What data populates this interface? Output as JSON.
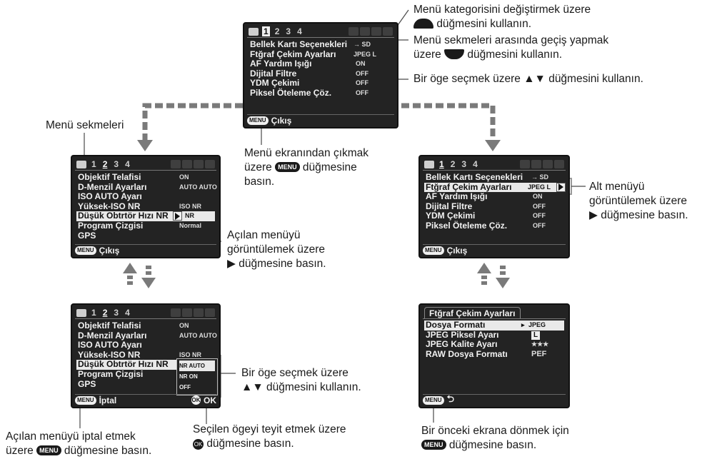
{
  "menu_tabs": {
    "numbers": [
      "1",
      "2",
      "3",
      "4"
    ]
  },
  "screen_main": {
    "items": [
      {
        "label": "Bellek Kartı Seçenekleri",
        "value": "→ SD"
      },
      {
        "label": "Ftğraf Çekim Ayarları",
        "value": "JPEG L"
      },
      {
        "label": "AF Yardım Işığı",
        "value": "ON"
      },
      {
        "label": "Dijital Filtre",
        "value": "OFF"
      },
      {
        "label": "YDM Çekimi",
        "value": "OFF"
      },
      {
        "label": "Piksel Öteleme Çöz.",
        "value": "OFF"
      }
    ],
    "footer": "Çıkış"
  },
  "screen_left_top": {
    "items": [
      {
        "label": "Objektif Telafisi",
        "value": "ON"
      },
      {
        "label": "D-Menzil Ayarları",
        "value": "AUTO AUTO"
      },
      {
        "label": "ISO AUTO Ayarı",
        "value": ""
      },
      {
        "label": "Yüksek-ISO NR",
        "value": "ISO NR"
      },
      {
        "label": "Düşük Obtrtör Hızı NR",
        "value": "NR"
      },
      {
        "label": "Program Çizgisi",
        "value": "Normal"
      },
      {
        "label": "GPS",
        "value": ""
      }
    ],
    "footer": "Çıkış"
  },
  "screen_left_bottom": {
    "items": [
      {
        "label": "Objektif Telafisi",
        "value": "ON"
      },
      {
        "label": "D-Menzil Ayarları",
        "value": "AUTO AUTO"
      },
      {
        "label": "ISO AUTO Ayarı",
        "value": ""
      },
      {
        "label": "Yüksek-ISO NR",
        "value": "ISO NR"
      },
      {
        "label": "Düşük Obtrtör Hızı NR",
        "value": ""
      },
      {
        "label": "Program Çizgisi",
        "value": ""
      },
      {
        "label": "GPS",
        "value": ""
      }
    ],
    "submenu": [
      "NR AUTO",
      "NR ON",
      "OFF"
    ],
    "footer_left": "İptal",
    "footer_right": "OK"
  },
  "screen_right_top": {
    "items": [
      {
        "label": "Bellek Kartı Seçenekleri",
        "value": "→ SD"
      },
      {
        "label": "Ftğraf Çekim Ayarları",
        "value": "JPEG L"
      },
      {
        "label": "AF Yardım Işığı",
        "value": "ON"
      },
      {
        "label": "Dijital Filtre",
        "value": "OFF"
      },
      {
        "label": "YDM Çekimi",
        "value": "OFF"
      },
      {
        "label": "Piksel Öteleme Çöz.",
        "value": "OFF"
      }
    ],
    "footer": "Çıkış"
  },
  "screen_right_bottom": {
    "title": "Ftğraf Çekim Ayarları",
    "items": [
      {
        "label": "Dosya Formatı",
        "value": "JPEG"
      },
      {
        "label": "JPEG Piksel Ayarı",
        "value": "L"
      },
      {
        "label": "JPEG Kalite Ayarı",
        "value": "★★★"
      },
      {
        "label": "RAW Dosya Formatı",
        "value": "PEF"
      }
    ]
  },
  "buttons": {
    "menu": "MENU",
    "ok": "OK"
  },
  "callouts": {
    "tabs_label": "Menü sekmeleri",
    "category_1": "Menü kategorisini değiştirmek üzere",
    "category_2": "düğmesini kullanın.",
    "tabs_switch_1": "Menü sekmeleri arasında geçiş yapmak",
    "tabs_switch_2a": "üzere",
    "tabs_switch_2b": "düğmesini kullanın.",
    "select_item": "Bir öge seçmek üzere ▲▼ düğmesini kullanın.",
    "exit_1": "Menü ekranından çıkmak",
    "exit_2a": "üzere",
    "exit_2b": "düğmesine",
    "exit_3": "basın.",
    "submenu_1": "Alt menüyü",
    "submenu_2": "görüntülemek üzere",
    "submenu_3": "▶ düğmesine basın.",
    "popup_1": "Açılan menüyü",
    "popup_2": "görüntülemek üzere",
    "popup_3": "▶ düğmesine basın.",
    "select_1": "Bir öge seçmek üzere",
    "select_2": "▲▼ düğmesini kullanın.",
    "confirm_1": "Seçilen ögeyi teyit etmek üzere",
    "confirm_2": "düğmesine basın.",
    "cancel_1": "Açılan menüyü iptal etmek",
    "cancel_2a": "üzere",
    "cancel_2b": "düğmesine basın.",
    "back_1": "Bir önceki ekrana dönmek için",
    "back_2": "düğmesine basın."
  }
}
